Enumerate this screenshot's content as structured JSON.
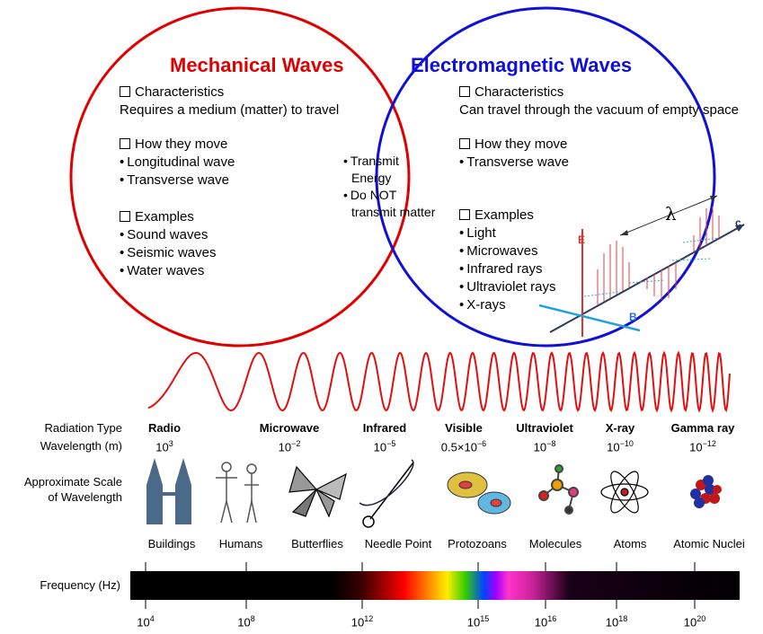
{
  "venn": {
    "mechanical": {
      "title": "Mechanical Waves",
      "characteristics_heading": "Characteristics",
      "characteristics_text": "Requires a medium (matter) to travel",
      "move_heading": "How they move",
      "move_items": [
        "Longitudinal wave",
        "Transverse wave"
      ],
      "examples_heading": "Examples",
      "examples_items": [
        "Sound waves",
        "Seismic waves",
        "Water waves"
      ]
    },
    "overlap": {
      "items": [
        "Transmit",
        "Energy",
        "Do NOT",
        "transmit matter"
      ]
    },
    "electromagnetic": {
      "title": "Electromagnetic Waves",
      "characteristics_heading": "Characteristics",
      "characteristics_text": "Can travel through the vacuum of empty space",
      "move_heading": "How they move",
      "move_items": [
        "Transverse wave"
      ],
      "examples_heading": "Examples",
      "examples_items": [
        "Light",
        "Microwaves",
        "Infrared rays",
        "Ultraviolet rays",
        "X-rays"
      ]
    },
    "colors": {
      "mechanical": "#e00000",
      "electromagnetic": "#1010d8"
    }
  },
  "em_wave_figure": {
    "e_label": "E",
    "b_label": "B",
    "c_label": "c",
    "lambda_label": "λ"
  },
  "spectrum": {
    "row_labels": {
      "radiation_type": "Radiation Type",
      "wavelength": "Wavelength (m)",
      "scale_line1": "Approximate Scale",
      "scale_line2": "of Wavelength",
      "frequency": "Frequency (Hz)"
    },
    "types": [
      {
        "name": "Radio",
        "wl_base": "10",
        "wl_exp": "3",
        "object": "Buildings",
        "icon": "buildings-icon"
      },
      {
        "name": "",
        "wl_base": "",
        "wl_exp": "",
        "object": "Humans",
        "icon": "humans-icon"
      },
      {
        "name": "Microwave",
        "wl_base": "10",
        "wl_exp": "−2",
        "object": "Butterflies",
        "icon": "butterfly-icon"
      },
      {
        "name": "Infrared",
        "wl_base": "10",
        "wl_exp": "−5",
        "object": "Needle Point",
        "icon": "needle-icon"
      },
      {
        "name": "Visible",
        "wl_base": "0.5×10",
        "wl_exp": "−6",
        "object": "Protozoans",
        "icon": "protozoan-icon"
      },
      {
        "name": "Ultraviolet",
        "wl_base": "10",
        "wl_exp": "−8",
        "object": "Molecules",
        "icon": "molecule-icon"
      },
      {
        "name": "X-ray",
        "wl_base": "10",
        "wl_exp": "−10",
        "object": "Atoms",
        "icon": "atom-icon"
      },
      {
        "name": "Gamma ray",
        "wl_base": "10",
        "wl_exp": "−12",
        "object": "Atomic Nuclei",
        "icon": "nucleus-icon"
      }
    ],
    "frequency_ticks": [
      {
        "base": "10",
        "exp": "4"
      },
      {
        "base": "10",
        "exp": "8"
      },
      {
        "base": "10",
        "exp": "12"
      },
      {
        "base": "10",
        "exp": "15"
      },
      {
        "base": "10",
        "exp": "16"
      },
      {
        "base": "10",
        "exp": "18"
      },
      {
        "base": "10",
        "exp": "20"
      }
    ]
  }
}
